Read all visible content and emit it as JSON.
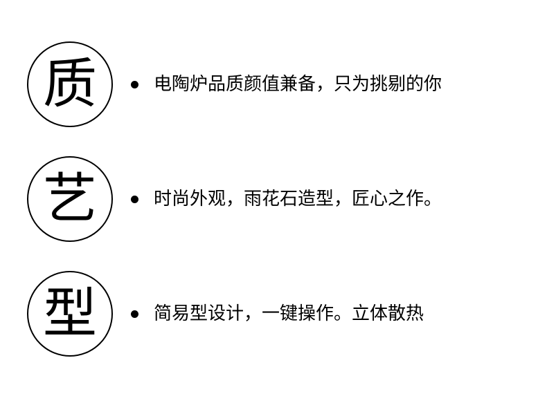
{
  "features": [
    {
      "badge": "质",
      "text": "电陶炉品质颜值兼备，只为挑剔的你"
    },
    {
      "badge": "艺",
      "text": "时尚外观，雨花石造型，匠心之作。"
    },
    {
      "badge": "型",
      "text": "简易型设计，一键操作。立体散热"
    }
  ]
}
